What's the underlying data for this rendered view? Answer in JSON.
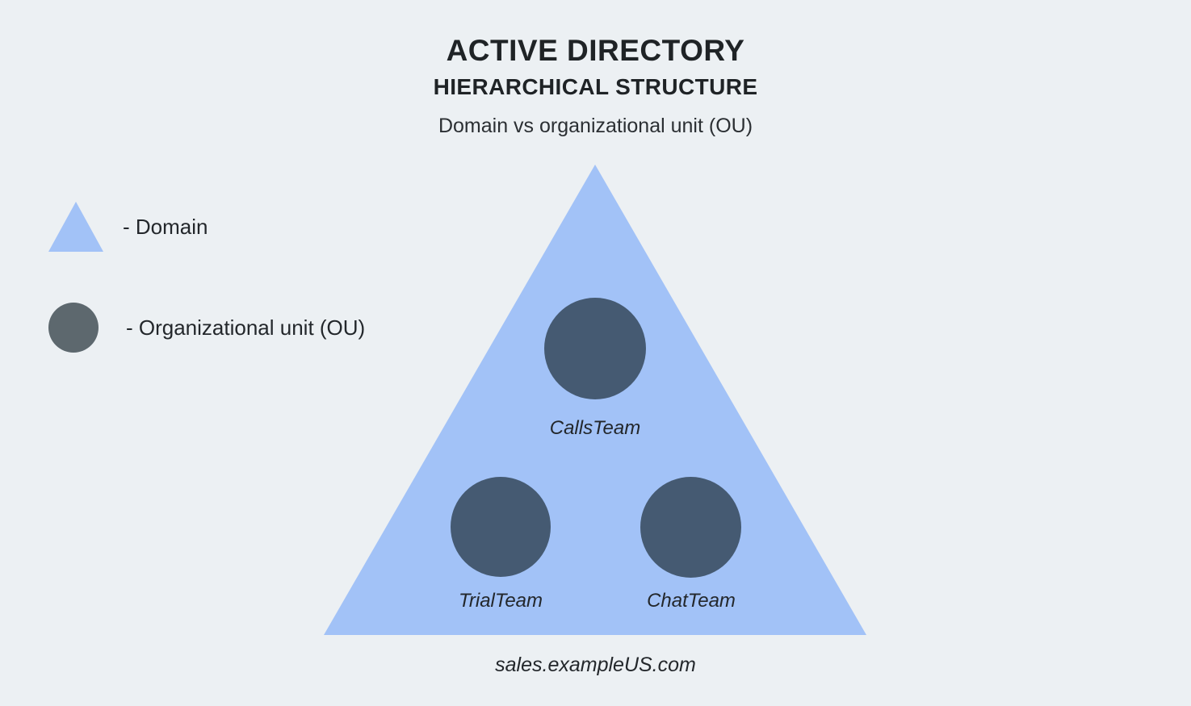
{
  "page": {
    "background_color": "#ECF0F3"
  },
  "header": {
    "title": "ACTIVE DIRECTORY",
    "subtitle": "HIERARCHICAL STRUCTURE",
    "caption": "Domain vs organizational unit (OU)"
  },
  "legend": {
    "items": [
      {
        "shape": "triangle",
        "icon_name": "triangle-icon",
        "label": "- Domain",
        "color": "#A2C2F7"
      },
      {
        "shape": "circle",
        "icon_name": "circle-icon",
        "label": "- Organizational unit (OU)",
        "color": "#5D686E"
      }
    ]
  },
  "diagram": {
    "domain_shape": {
      "name": "domain-pyramid",
      "color": "#A2C2F7"
    },
    "ou_color": "#455A72",
    "nodes": [
      {
        "id": "calls",
        "label": "CallsTeam"
      },
      {
        "id": "trial",
        "label": "TrialTeam"
      },
      {
        "id": "chat",
        "label": "ChatTeam"
      }
    ]
  },
  "footer": {
    "domain_name": "sales.exampleUS.com"
  }
}
